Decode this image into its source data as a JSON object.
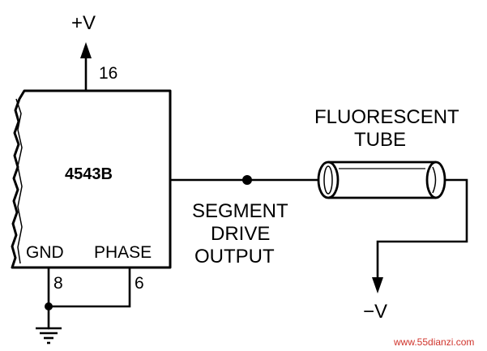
{
  "chip": {
    "name": "4543B",
    "pin_vdd": "16",
    "pin_gnd": "8",
    "pin_phase": "6",
    "label_gnd": "GND",
    "label_phase": "PHASE"
  },
  "supply": {
    "positive": "+V",
    "negative": "−V"
  },
  "output": {
    "line1": "SEGMENT",
    "line2": "DRIVE",
    "line3": "OUTPUT"
  },
  "tube": {
    "line1": "FLUORESCENT",
    "line2": "TUBE"
  },
  "watermark": "www.55dianzi.com",
  "colors": {
    "ink": "#000000",
    "watermark": "#d0342c"
  }
}
